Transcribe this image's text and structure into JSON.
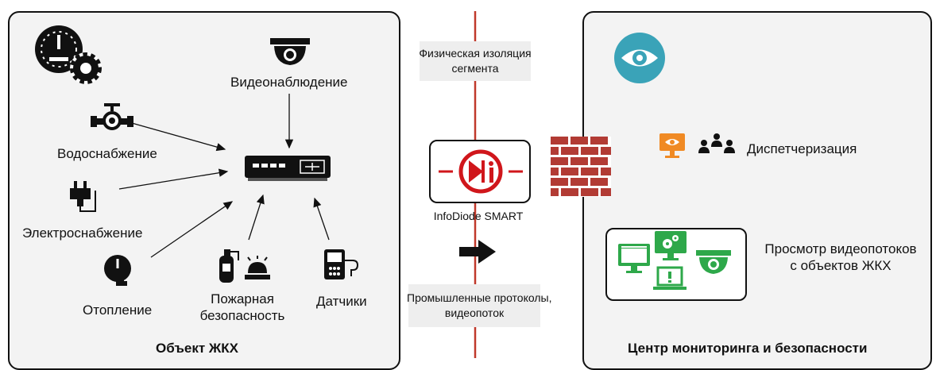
{
  "left_panel": {
    "title": "Объект ЖКХ",
    "nodes": {
      "video": "Видеонаблюдение",
      "water": "Водоснабжение",
      "power": "Электроснабжение",
      "heating": "Отопление",
      "fire_line1": "Пожарная",
      "fire_line2": "безопасность",
      "sensors": "Датчики"
    }
  },
  "middle": {
    "isolation_line1": "Физическая изоляция",
    "isolation_line2": "сегмента",
    "device_label": "InfoDiode SMART",
    "protocols_line1": "Промышленные протоколы,",
    "protocols_line2": "видеопоток"
  },
  "right_panel": {
    "title": "Центр мониторинга и безопасности",
    "dispatch": "Диспетчеризация",
    "video_view_line1": "Просмотр видеопотоков",
    "video_view_line2": "с объектов ЖКХ"
  },
  "colors": {
    "isolation_line": "#c0392b",
    "diode_red": "#d0161b",
    "firewall": "#b23b34",
    "eye_circle": "#3aa3b8",
    "monitor_green": "#2ea84a",
    "monitor_orange": "#f08a24"
  }
}
